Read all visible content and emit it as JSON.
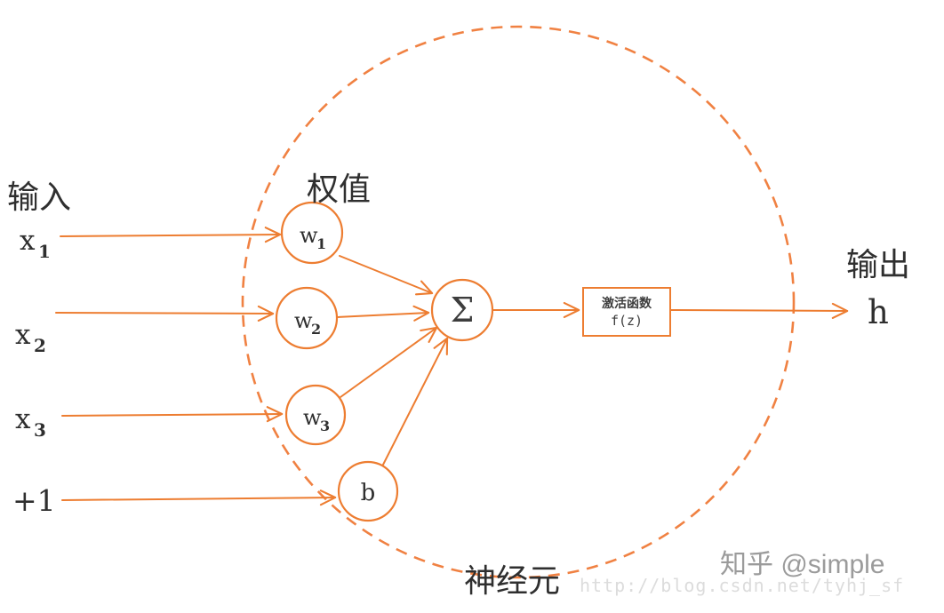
{
  "colors": {
    "bg": "#FFFFFF",
    "accent": "#ED7D31",
    "dashed": "#F08142",
    "text": "#2F2F2F",
    "symbol": "#3D3D3D",
    "wm_brand": "#9B9B9B",
    "wm_url": "#DCDCDC"
  },
  "diagram": {
    "input_title": "输入",
    "weights_title": "权值",
    "output_title": "输出",
    "neuron_caption": "神经元",
    "sum_symbol": "Σ",
    "output_var": "h",
    "activation_box": {
      "line1": "激活函数",
      "line2": "f(z)"
    },
    "inputs": [
      {
        "base": "x",
        "sub": "1"
      },
      {
        "base": "x",
        "sub": "2"
      },
      {
        "base": "x",
        "sub": "3"
      },
      {
        "base": "+1",
        "sub": ""
      }
    ],
    "weight_nodes": [
      {
        "base": "w",
        "sub": "1"
      },
      {
        "base": "w",
        "sub": "2"
      },
      {
        "base": "w",
        "sub": "3"
      },
      {
        "base": "b",
        "sub": ""
      }
    ]
  },
  "watermark": {
    "brand": "知乎 @simple",
    "url": "http://blog.csdn.net/tyhj_sf"
  }
}
